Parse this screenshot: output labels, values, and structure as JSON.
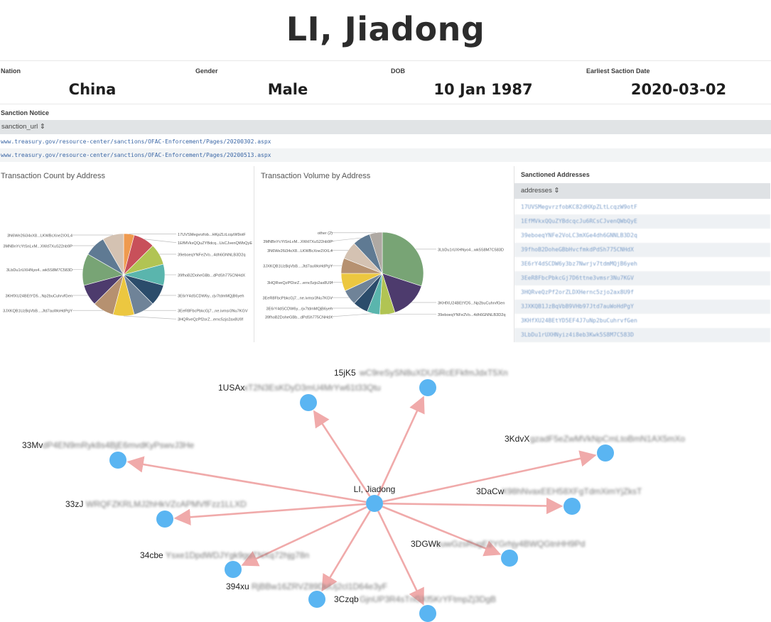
{
  "title": "LI, Jiadong",
  "fields": [
    {
      "label": "Nation",
      "value": "China"
    },
    {
      "label": "Gender",
      "value": "Male"
    },
    {
      "label": "DOB",
      "value": "10 Jan 1987"
    },
    {
      "label": "Earliest Saction Date",
      "value": "2020-03-02"
    }
  ],
  "sanction_notice": {
    "title": "Sanction Notice",
    "column": "sanction_url ⇕",
    "rows": [
      "www.treasury.gov/resource-center/sanctions/OFAC-Enforcement/Pages/20200302.aspx",
      "www.treasury.gov/resource-center/sanctions/OFAC-Enforcement/Pages/20200513.aspx"
    ]
  },
  "count_panel": {
    "title": "Transaction Count by Address",
    "chart_data": {
      "type": "pie",
      "slices": [
        {
          "label": "17UVSMegvrzfob...HKpZLtLcqzW9otF",
          "value": 1,
          "color": "#ef9a4f"
        },
        {
          "label": "1EfMVkxQQuZYBdcq...UsCJvenQWbQyE",
          "value": 2,
          "color": "#c8505a"
        },
        {
          "label": "39eboeqYNFe2Vo...4dh6GNNLB3D2q",
          "value": 2,
          "color": "#b1c453"
        },
        {
          "label": "39fhoB2DoheGBb...dPdSh775CNHdX",
          "value": 2,
          "color": "#5ab5ad"
        },
        {
          "label": "3E6rY4dSCDW6y...rjv7tdmMQjB6yeh",
          "value": 2,
          "color": "#2b4c6b"
        },
        {
          "label": "3EeR8FbcPbkcGj7...ne.ivmsr3Nu7KGV",
          "value": 2,
          "color": "#6f8398"
        },
        {
          "label": "3HQRveQzPf2orZ...ernc5zjo2ax8U9f",
          "value": 2,
          "color": "#ecc740"
        },
        {
          "label": "3JXKQB1UzBqVbB....Jtd7auWoHdPgY",
          "value": 2,
          "color": "#b69170"
        },
        {
          "label": "3KHfXU24BEtYD5...Np2buCuhrvfGen",
          "value": 2,
          "color": "#4d3b6d"
        },
        {
          "label": "3LbDu1rUXHNyo4...wk5S8M7C583D",
          "value": 3,
          "color": "#78a475"
        },
        {
          "label": "3MNBnYcYtSnLvM...XWd7XuS22nb9P",
          "value": 2,
          "color": "#5f7a93"
        },
        {
          "label": "3N6We26i34xX8...LKWBcXne2XXL4",
          "value": 2,
          "color": "#d4c2b2"
        }
      ]
    }
  },
  "volume_panel": {
    "title": "Transaction Volume by Address",
    "chart_data": {
      "type": "pie",
      "slices": [
        {
          "label": "3LbDu1rUXHNyo4...wk5S8M7C583D",
          "value": 30,
          "color": "#78a475"
        },
        {
          "label": "3KHfXU24BEtYD5...Np2buCuhrvfGen",
          "value": 15,
          "color": "#4d3b6d"
        },
        {
          "label": "39eboeqYNFe2Vo...4dh6GNNLB3D2q",
          "value": 6,
          "color": "#b1c453"
        },
        {
          "label": "39fhoB2DoheGBb...dPdSh775CNHdX",
          "value": 5,
          "color": "#5ab5ad"
        },
        {
          "label": "3E6rY4dSCDW6y...rjv7tdmMQjB6yeh",
          "value": 6,
          "color": "#2b4c6b"
        },
        {
          "label": "3EeR8FbcPbkcGj7...ne.ivmsr3Nu7KGV",
          "value": 6,
          "color": "#6f8398"
        },
        {
          "label": "3HQRveQzPf2orZ...ernc5zjo2ax8U9f",
          "value": 7,
          "color": "#ecc740"
        },
        {
          "label": "3JXKQB1UzBqVbB....Jtd7auWoHdPgY",
          "value": 6,
          "color": "#b69170"
        },
        {
          "label": "3N6We26i34xX8...LKWBcXne2XXL4",
          "value": 7,
          "color": "#d4c2b2"
        },
        {
          "label": "3MNBnYcYtSnLvM...XWd7XuS22nb9P",
          "value": 7,
          "color": "#5f7a93"
        },
        {
          "label": "other (2)",
          "value": 5,
          "color": "#afa9a3"
        }
      ]
    }
  },
  "addresses_panel": {
    "title": "Sanctioned Addresses",
    "column": "addresses ⇕",
    "rows": [
      "17UVSMegvrzfobKC82dHXpZLtLcqzW9otF",
      "1EfMVkxQQuZYBdcqcJu6RCsCJvenQWbQyE",
      "39eboeqYNFe2VoLC3mXGe4dh6GNNLB3D2q",
      "39fhoB2DoheGBbHvcfmkdPdSh775CNHdX",
      "3E6rY4dSCDW6y3bz7Nwrjv7tdmMQjB6yeh",
      "3EeR8FbcPbkcGj7D6ttne3vmsr3Nu7KGV",
      "3HQRveQzPf2orZLDXHernc5zjo2ax8U9f",
      "3JXKQB1JzBqVbB9VHb97Jtd7auWoHdPgY",
      "3KHfXU24BEtYD5EF4J7uNp2buCuhrvfGen",
      "3LbDu1rUXHNyiz4i8eb3Kwk5S8M7C583D"
    ]
  },
  "graph": {
    "center": {
      "label": "LI, Jiadong"
    },
    "nodes": [
      {
        "prefix": "15jK5",
        "rest": "wC9reSySN8uXDUSRcEFkfmJdxT5Xn"
      },
      {
        "prefix": "1USAx",
        "rest": "xT2N3EsKDyD3mU4MrYw61t33Qtu"
      },
      {
        "prefix": "3KdvX",
        "rest": "gzadF5eZwMVkNpCmLtoBmN1AX5mXo"
      },
      {
        "prefix": "33Mv",
        "rest": "dP4EN9mRyk8s4BjE6mvdKyPswvJ3He"
      },
      {
        "prefix": "3DaCw",
        "rest": "X98hNvaxEEH58XFgTdmXimYjZksT"
      },
      {
        "prefix": "33zJ",
        "rest": "WRQFZKRLMJ2hHkVZcAPMVfFzz1LLXD"
      },
      {
        "prefix": "3DGWk",
        "rest": "zuwGzsRugE2YGrhjy4BWQGtnHH9Pd"
      },
      {
        "prefix": "34cbe",
        "rest": "Ysxe1DpdWDJYgk9goTNXq72hjg78n"
      },
      {
        "prefix": "394xu",
        "rest": "RjBBw16ZRVZ89DuUj2cl1D64e3yF"
      },
      {
        "prefix": "3Czqb",
        "rest": "GjnUP3R4sTnGXf5KrYFtmpZj3DgB"
      }
    ]
  },
  "colors": {
    "node": "#5ab5f2",
    "edge": "#f0aaaa",
    "link": "#3b67a6"
  }
}
